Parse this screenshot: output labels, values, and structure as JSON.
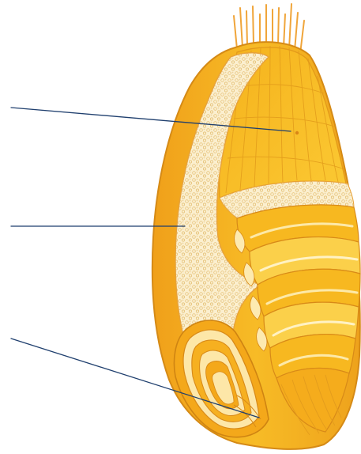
{
  "figure": {
    "subject": "wheat-grain-longitudinal-section",
    "colors": {
      "background": "#ffffff",
      "pericarp": "#f2a51a",
      "pericarp_dark": "#d9861a",
      "endosperm": "#f7bd24",
      "endosperm_light": "#fbd55a",
      "starchy_layer": "#fbefcf",
      "starch_dots": "#e6c27a",
      "embryo_rings": "#fde7a8",
      "hairs": "#f0a53a",
      "leader_line": "#1f3f6e"
    },
    "pointers": [
      {
        "id": "pointer-1",
        "points_to": "endosperm"
      },
      {
        "id": "pointer-2",
        "points_to": "aleurone-layer"
      },
      {
        "id": "pointer-3",
        "points_to": "embryo"
      }
    ]
  }
}
